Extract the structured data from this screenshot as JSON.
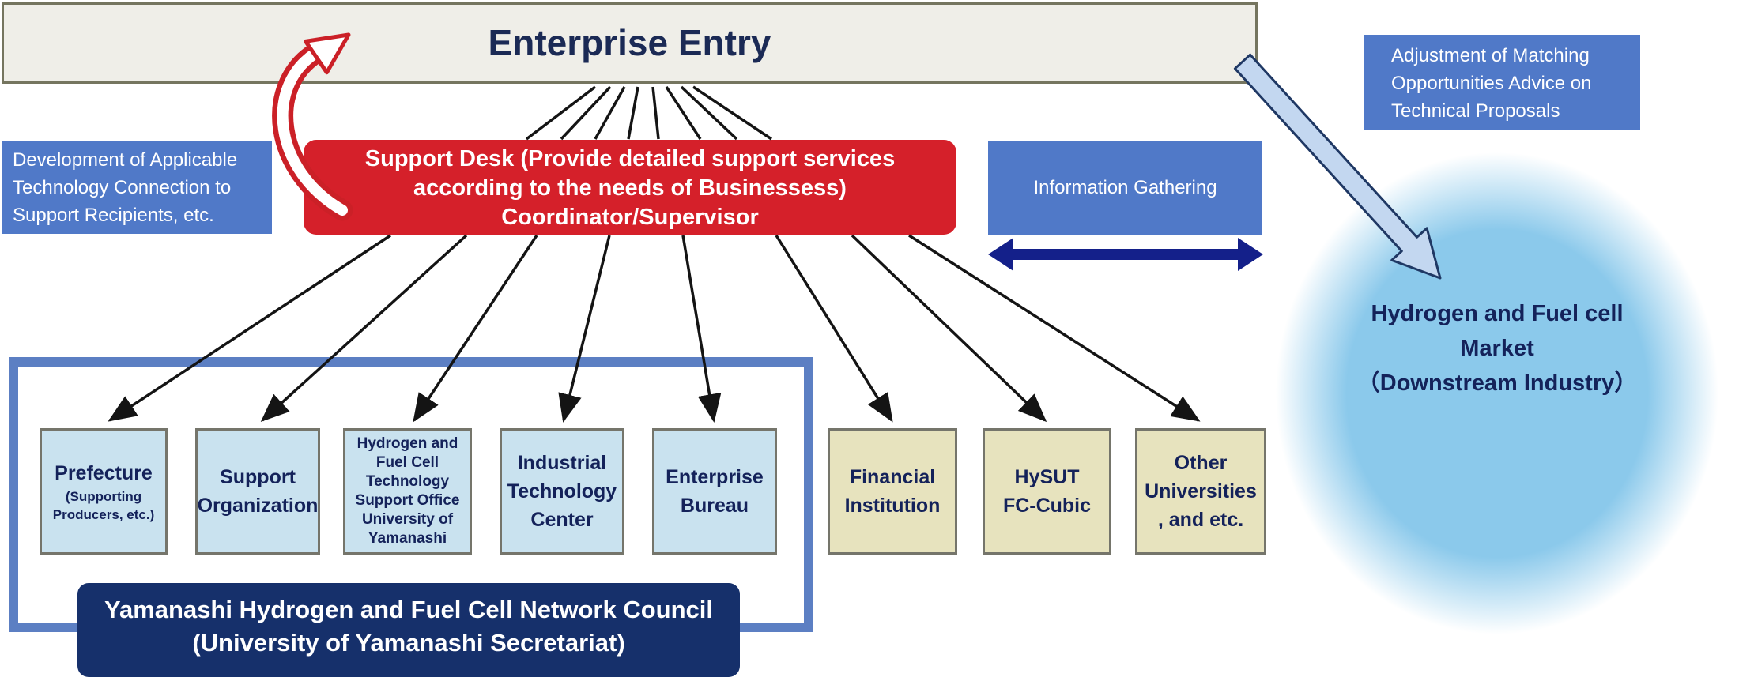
{
  "top_bar": {
    "title": "Enterprise Entry"
  },
  "support_desk": {
    "lines": [
      "Support Desk (Provide detailed support services",
      "according to the needs of Businessess)",
      "Coordinator/Supervisor"
    ]
  },
  "side_labels": {
    "development": {
      "lines": [
        "Development of Applicable",
        "Technology Connection to",
        "Support Recipients, etc."
      ]
    },
    "information_gathering": {
      "label": "Information Gathering"
    },
    "adjustment": {
      "lines": [
        "Adjustment of Matching",
        "Opportunities Advice on",
        "Technical Proposals"
      ]
    }
  },
  "market_circle": {
    "lines": [
      "Hydrogen and Fuel cell",
      "Market",
      "（Downstream Industry）"
    ]
  },
  "network_council": {
    "label_lines": [
      "Yamanashi Hydrogen and Fuel Cell Network Council",
      "(University of Yamanashi Secretariat)"
    ],
    "members": [
      {
        "id": "prefecture",
        "title": "Prefecture",
        "subtitle_lines": [
          "(Supporting",
          "Producers, etc.)"
        ]
      },
      {
        "id": "support-organization",
        "lines": [
          "Support",
          "Organization"
        ]
      },
      {
        "id": "hydrogen-fuel-cell-office",
        "lines": [
          "Hydrogen and",
          "Fuel Cell",
          "Technology",
          "Support Office",
          "University of",
          "Yamanashi"
        ]
      },
      {
        "id": "industrial-technology-center",
        "lines": [
          "Industrial",
          "Technology",
          "Center"
        ]
      },
      {
        "id": "enterprise-bureau",
        "lines": [
          "Enterprise",
          "Bureau"
        ]
      }
    ]
  },
  "partners": [
    {
      "id": "financial-institution",
      "lines": [
        "Financial",
        "Institution"
      ]
    },
    {
      "id": "hysut-fc-cubic",
      "lines": [
        "HySUT",
        "FC-Cubic"
      ]
    },
    {
      "id": "other-universities",
      "lines": [
        "Other",
        "Universities",
        ", and etc."
      ]
    }
  ],
  "colors": {
    "top_bar_fill": "#EFEEE8",
    "top_bar_border": "#75755F",
    "support_desk_red": "#D5202A",
    "label_blue": "#5079C8",
    "council_border_blue": "#5C7FC3",
    "council_navy": "#16306B",
    "member_fill": "#C9E2EF",
    "partner_fill": "#E7E3BE",
    "box_border": "#75756B",
    "text_navy": "#14225A",
    "double_arrow_navy": "#14208A",
    "market_circle_blue": "#8BC9EB",
    "big_arrow_fill": "#C3D7F0",
    "big_arrow_border": "#1F3864",
    "curved_arrow_red": "#CB2027",
    "connector_black": "#141414"
  }
}
